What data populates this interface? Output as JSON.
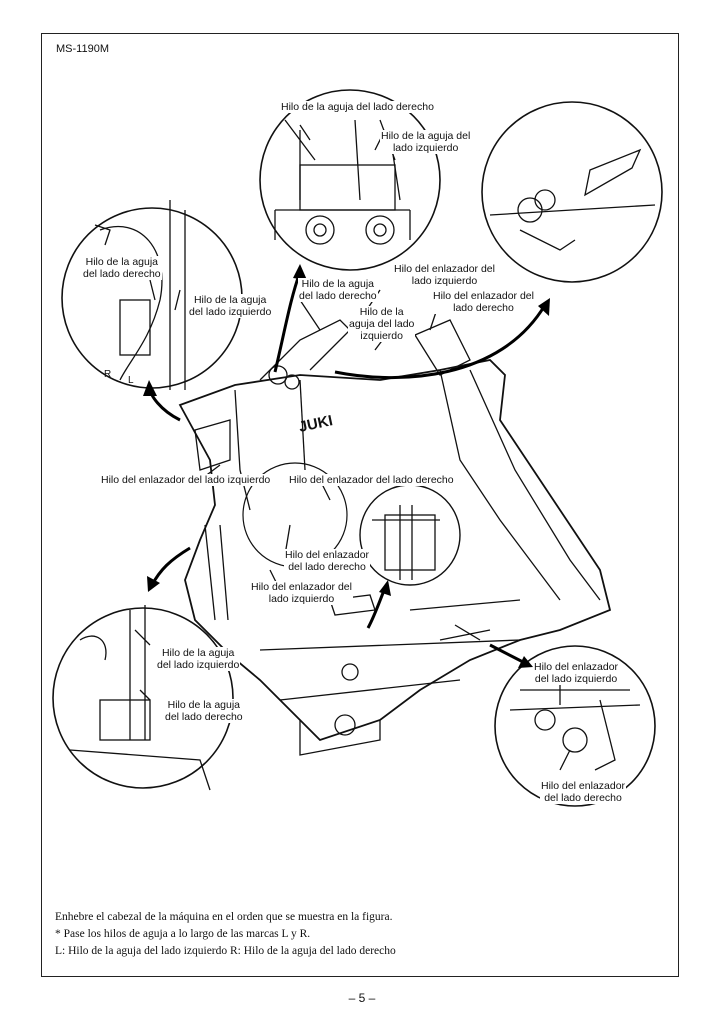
{
  "header": {
    "model": "MS-1190M"
  },
  "labels": {
    "needle_right_top": "Hilo de la aguja del lado derecho",
    "needle_left_top": "Hilo de la aguja del\nlado izquierdo",
    "needle_right_a": "Hilo de la aguja\ndel lado derecho",
    "needle_left_a": "Hilo de la aguja\ndel lado izquierdo",
    "needle_right_center": "Hilo de la aguja\ndel lado derecho",
    "looper_left_center": "Hilo del enlazador del\nlado izquierdo",
    "needle_left_center": "Hilo de la\naguja del lado\nizquierdo",
    "looper_right_center": "Hilo del enlazador del\nlado derecho",
    "looper_left_long": "Hilo del enlazador del lado izquierdo",
    "looper_right_long": "Hilo del enlazador del lado derecho",
    "looper_right_mid": "Hilo del enlazador\ndel lado derecho",
    "looper_left_mid": "Hilo del enlazador del\nlado izquierdo",
    "needle_left_bottom": "Hilo de la aguja\ndel lado izquierdo",
    "needle_right_bottom": "Hilo de la aguja\ndel lado derecho",
    "looper_left_br": "Hilo del enlazador\ndel lado izquierdo",
    "looper_right_br": "Hilo del enlazador\ndel lado derecho",
    "mark_r": "R",
    "mark_l": "L",
    "brand": "JUKI"
  },
  "notes": {
    "line1": "Enhebre el cabezal de la máquina en el orden que se muestra en la figura.",
    "line2": "* Pase los hilos de aguja a lo largo de las marcas L y R.",
    "line3": "L:  Hilo de la aguja del lado izquierdo  R:  Hilo de la aguja del lado derecho"
  },
  "footer": {
    "page": "– 5 –"
  }
}
